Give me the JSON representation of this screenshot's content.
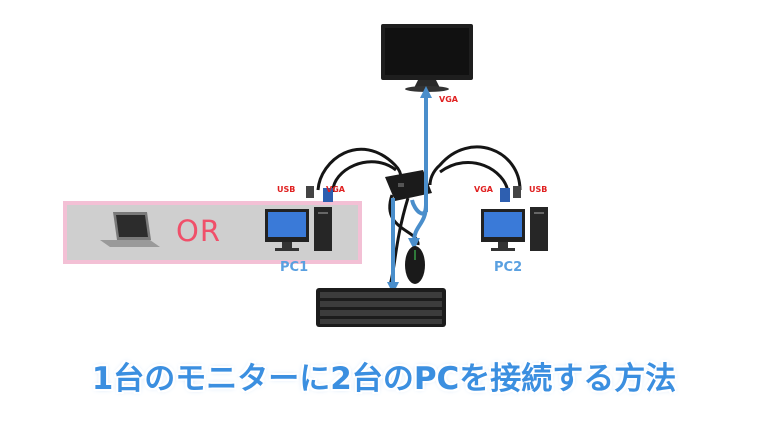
{
  "option_box": {
    "or_text": "OR"
  },
  "labels": {
    "monitor_vga": "VGA",
    "left_usb": "USB",
    "left_vga": "VGA",
    "right_vga": "VGA",
    "right_usb": "USB",
    "pc1": "PC1",
    "pc2": "PC2"
  },
  "title": "1台のモニターに2台のPCを接続する方法",
  "colors": {
    "arrow": "#4a8ecb",
    "title": "#3b8fe0",
    "or": "#f0506a",
    "label_red": "#e02020",
    "pc_label": "#5aa0e0",
    "box_border": "#f3b6cf",
    "box_fill": "#cfcfcf"
  }
}
